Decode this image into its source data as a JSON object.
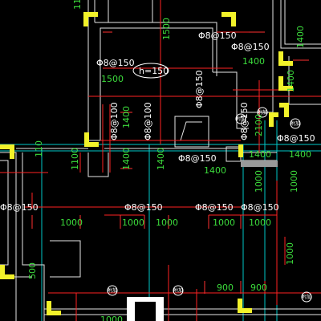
{
  "labels": {
    "rebar_spec": "Φ8@150",
    "rebar_spec_alt": "Φ8@100",
    "slab_thickness": "h=150",
    "dim_1000": "1000",
    "dim_1400": "1400",
    "dim_1500": "1500",
    "dim_2100": "2100",
    "dim_1100": "1100",
    "dim_900": "900",
    "dim_500": "500",
    "dim_110": "110",
    "symbol_text": "附加"
  },
  "colors": {
    "background": "#000000",
    "rebar_line": "#ff2222",
    "wall_line": "#e6e6e6",
    "axis_line": "#00c8c8",
    "dimension_text": "#3cdc3c",
    "column_marker": "#f2f22a"
  }
}
